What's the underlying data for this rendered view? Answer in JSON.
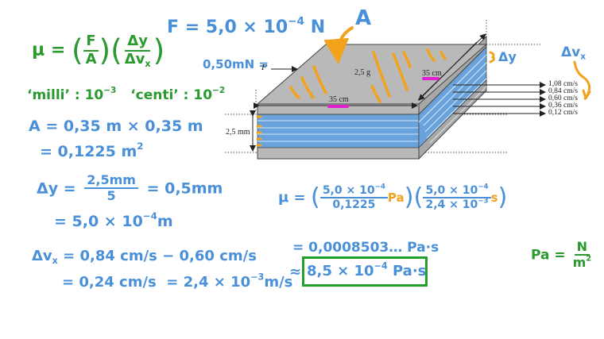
{
  "colors": {
    "green_ink": "#2a9a2e",
    "blue_ink": "#4a90d9",
    "orange_ink": "#f2a21b",
    "magenta_highlight": "#e020d0",
    "slab_gray": "#b9b9b9",
    "fluid_blue": "#6aa3dc",
    "answer_box": "#22a02a"
  },
  "formula": {
    "mu": "μ",
    "eq": "=",
    "f": "F",
    "a": "A",
    "dy": "Δy",
    "dvx_base": "Δv",
    "dvx_sub": "x"
  },
  "force": {
    "base": "F = 5,0 × 10",
    "exp": "−4",
    "unit": "N"
  },
  "force_label": {
    "handwritten": "0,50mN =",
    "symbol": "F⃗"
  },
  "area_label": "A",
  "prefixes": {
    "milli": "‘milli’ : 10",
    "milli_exp": "−3",
    "centi": "‘centi’ : 10",
    "centi_exp": "−2"
  },
  "area_calc": {
    "line1": "A = 0,35 m × 0,35 m",
    "line2_base": "= 0,1225 m",
    "line2_exp": "2"
  },
  "dy_calc": {
    "lhs": "Δy =",
    "num": "2,5mm",
    "den": "5",
    "rhs": "= 0,5mm",
    "line2_base": "= 5,0 × 10",
    "line2_exp": "−4",
    "line2_unit": "m"
  },
  "dv_calc": {
    "lhs_base": "Δv",
    "lhs_sub": "x",
    "line1": "= 0,84 cm/s − 0,60 cm/s",
    "line2a": "= 0,24 cm/s",
    "line2b_base": "= 2,4 × 10",
    "line2b_exp": "−3",
    "line2b_unit": "m/s"
  },
  "mu_calc": {
    "lhs": "μ =",
    "frac1_num_base": "5,0 × 10",
    "frac1_num_exp": "−4",
    "frac1_den": "0,1225",
    "unit1": "Pa",
    "frac2_num_base": "5,0 × 10",
    "frac2_num_exp": "−4",
    "frac2_den_base": "2,4 × 10",
    "frac2_den_exp": "−3",
    "unit2": "s",
    "result1": "= 0,0008503… Pa·s",
    "approx": "≈",
    "final_base": "8,5 × 10",
    "final_exp": "−4",
    "final_unit": "Pa·s"
  },
  "pascal_def": {
    "lhs": "Pa =",
    "num": "N",
    "den_base": "m",
    "den_exp": "2"
  },
  "diagram": {
    "mass": "2,5 g",
    "width_front": "35 cm",
    "depth_side": "35 cm",
    "thickness": "2,5 mm",
    "dy_label": "Δy",
    "dvx_label_base": "Δv",
    "dvx_label_sub": "x",
    "velocities": [
      "1,08 cm/s",
      "0,84 cm/s",
      "0,60 cm/s",
      "0,36 cm/s",
      "0,12 cm/s"
    ]
  }
}
